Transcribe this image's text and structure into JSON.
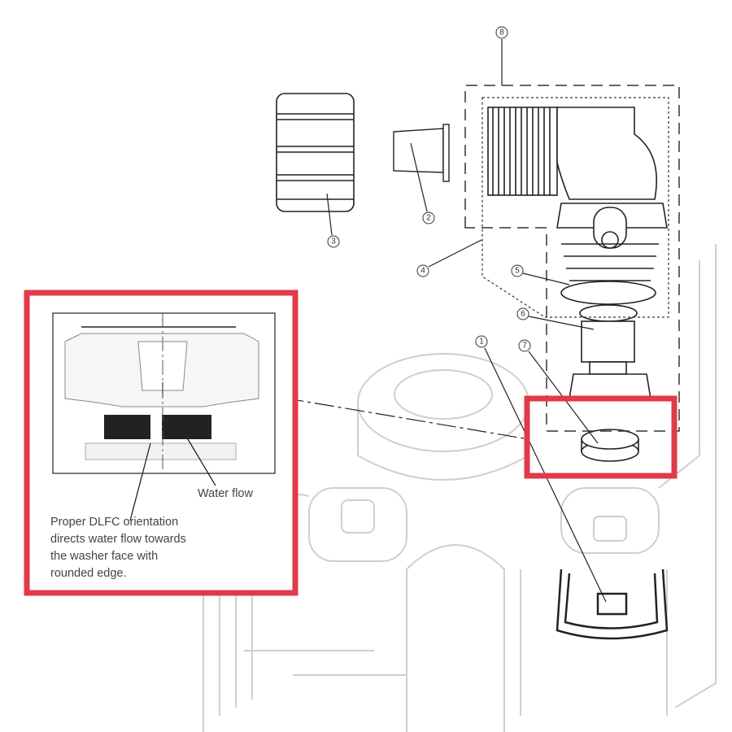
{
  "callouts": [
    "1",
    "2",
    "3",
    "4",
    "5",
    "6",
    "7",
    "8"
  ],
  "inset": {
    "water_flow_label": "Water flow",
    "note_lines": [
      "Proper DLFC orientation",
      "directs water flow towards",
      "the washer face with",
      "rounded edge."
    ]
  },
  "colors": {
    "highlight": "#e23a48",
    "line": "#222222",
    "faded": "#c8c8c8"
  }
}
